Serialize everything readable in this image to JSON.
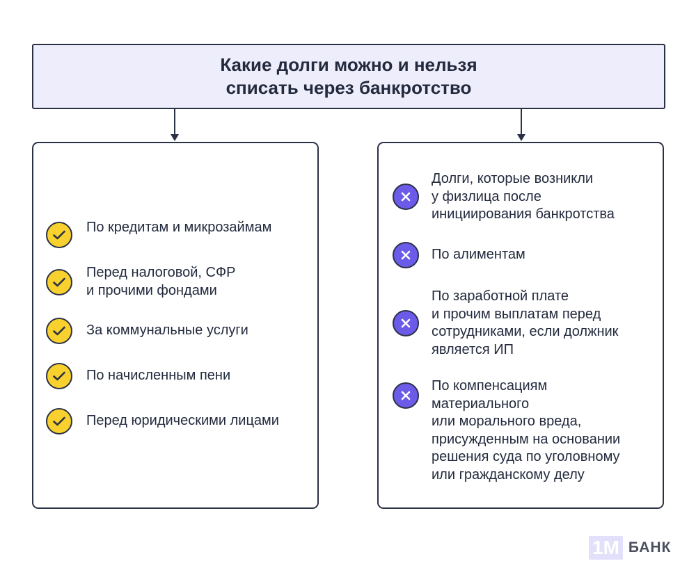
{
  "title": {
    "line1": "Какие долги можно и нельзя",
    "line2": "списать через банкротство"
  },
  "left_panel": {
    "icon": "check-icon",
    "items": [
      {
        "lines": [
          "По кредитам и микрозаймам"
        ]
      },
      {
        "lines": [
          "Перед налоговой, СФР",
          "и прочими фондами"
        ]
      },
      {
        "lines": [
          "За коммунальные услуги"
        ]
      },
      {
        "lines": [
          "По начисленным пени"
        ]
      },
      {
        "lines": [
          "Перед юридическими лицами"
        ]
      }
    ]
  },
  "right_panel": {
    "icon": "cross-icon",
    "items": [
      {
        "lines": [
          "Долги, которые возникли",
          "у физлица после",
          "инициирования банкротства"
        ]
      },
      {
        "lines": [
          "По алиментам"
        ]
      },
      {
        "lines": [
          "По заработной плате",
          "и прочим выплатам перед",
          "сотрудниками, если должник",
          "является ИП"
        ]
      },
      {
        "lines": [
          "По компенсациям",
          "материального",
          "или морального вреда,",
          "присужденным на основании",
          "решения суда по уголовному",
          "или гражданскому делу"
        ]
      }
    ]
  },
  "logo": {
    "mark": "1M",
    "word": "БАНК"
  },
  "colors": {
    "title_bg": "#eeedfb",
    "border": "#2b3145",
    "check_badge": "#f8d12e",
    "cross_badge": "#6a5ce8",
    "text": "#232a3d"
  }
}
